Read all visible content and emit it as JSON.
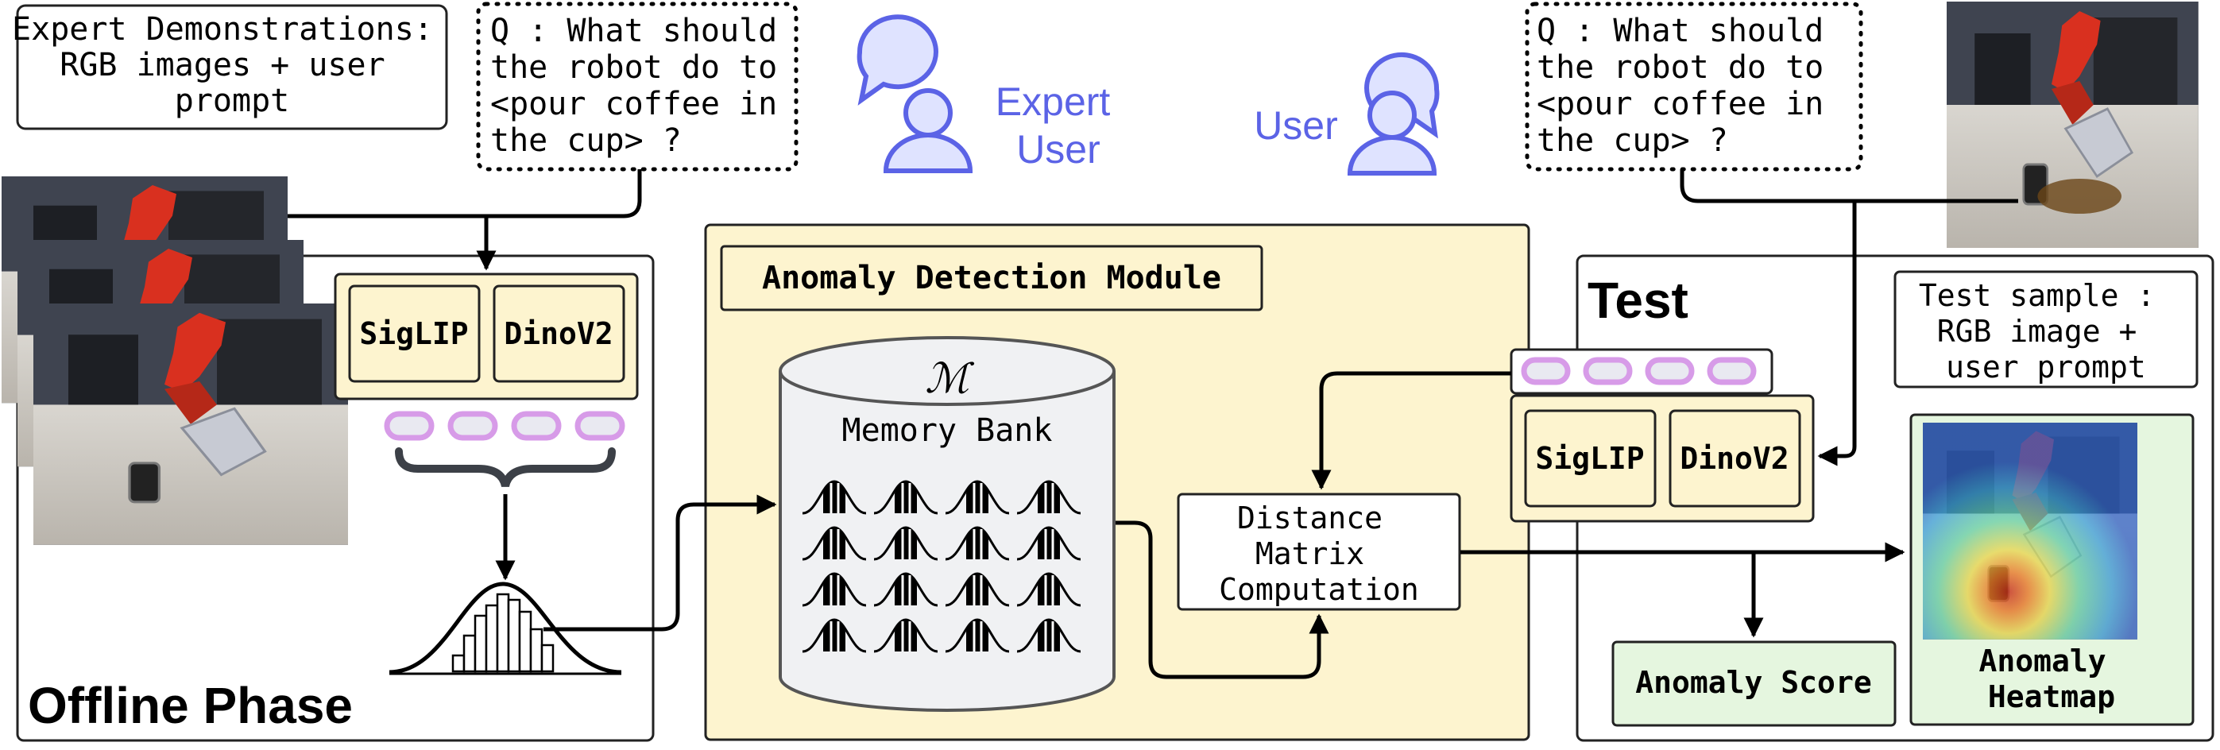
{
  "expert_demo_box": [
    "Expert Demonstrations:",
    "RGB images + user",
    "prompt"
  ],
  "left_prompt": [
    "Q : What should",
    "the robot do to",
    "<pour coffee in",
    "the cup> ?"
  ],
  "right_prompt": [
    "Q : What should",
    "the robot do to",
    "<pour coffee in",
    "the cup> ?"
  ],
  "expert_user_label": [
    "Expert",
    "User"
  ],
  "user_label": "User",
  "offline_phase": {
    "title": "Offline Phase",
    "encoder_1": "SigLIP",
    "encoder_2": "DinoV2"
  },
  "anomaly_module": {
    "title": "Anomaly Detection Module",
    "memory_symbol": "ℳ",
    "memory_label": "Memory Bank",
    "distance_label": [
      "Distance",
      "Matrix",
      "Computation"
    ]
  },
  "test_panel": {
    "title": "Test",
    "sample_box": [
      "Test sample :",
      "RGB image +",
      "user prompt"
    ],
    "encoder_1": "SigLIP",
    "encoder_2": "DinoV2",
    "anomaly_score": "Anomaly Score",
    "anomaly_heatmap": [
      "Anomaly",
      "Heatmap"
    ]
  },
  "colors": {
    "module_fill": "#fdf4cf",
    "token_stroke": "#d79be8",
    "token_fill": "#e9e9f1",
    "user_icon": "#5b63e6",
    "result_fill": "#e5f6df",
    "memory_fill": "#f0f1f3"
  },
  "icons": [
    "speech-bubble-user-icon",
    "speech-bubble-user-icon",
    "gaussian-distribution-icon",
    "histogram-icon",
    "database-cylinder-icon",
    "robot-photo",
    "heatmap-photo"
  ]
}
